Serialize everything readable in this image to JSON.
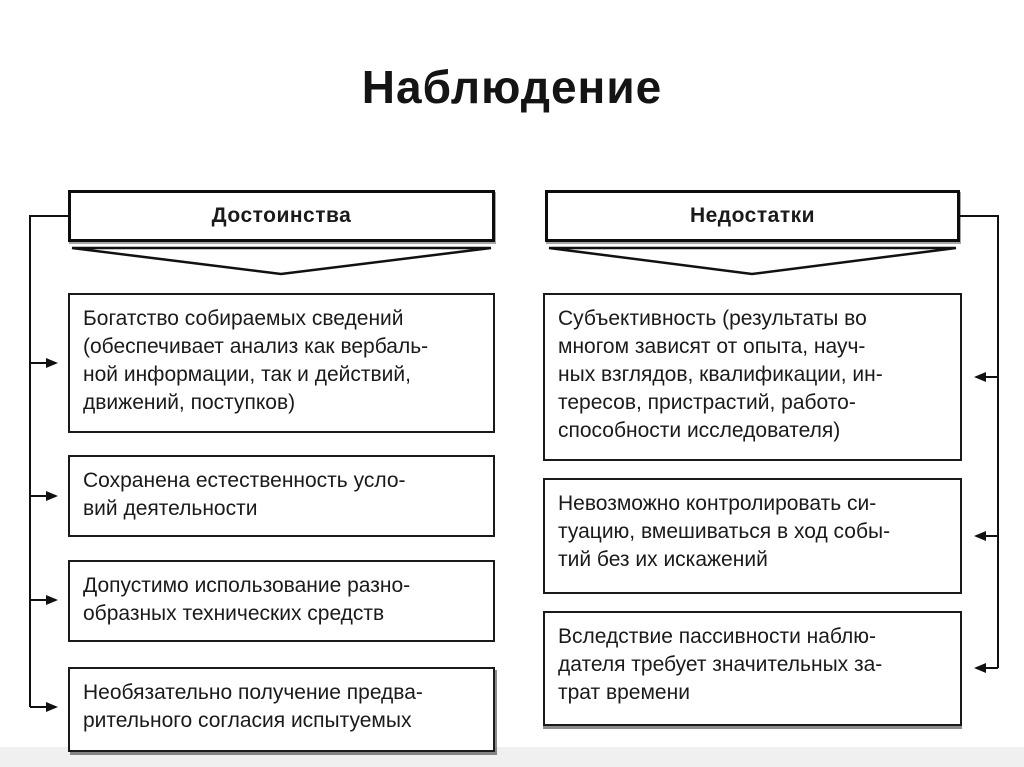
{
  "title": "Наблюдение",
  "advantages": {
    "header": "Достоинства",
    "items": [
      "Богатство собираемых сведений\n(обеспечивает анализ как вербаль-\nной информации, так и действий,\nдвижений, поступков)",
      "Сохранена естественность усло-\nвий деятельности",
      "Допустимо использование разно-\nобразных технических средств",
      "Необязательно получение предва-\nрительного согласия испытуемых"
    ]
  },
  "disadvantages": {
    "header": "Недостатки",
    "items": [
      "Субъективность (результаты во\nмногом зависят от опыта, науч-\nных взглядов, квалификации, ин-\nтересов, пристрастий, работо-\nспособности исследователя)",
      "Невозможно контролировать си-\nтуацию, вмешиваться в ход собы-\nтий без их искажений",
      "Вследствие пассивности наблю-\nдателя требует значительных за-\nтрат времени"
    ]
  },
  "colors": {
    "ink": "#1a1a1a",
    "background": "#ffffff"
  }
}
